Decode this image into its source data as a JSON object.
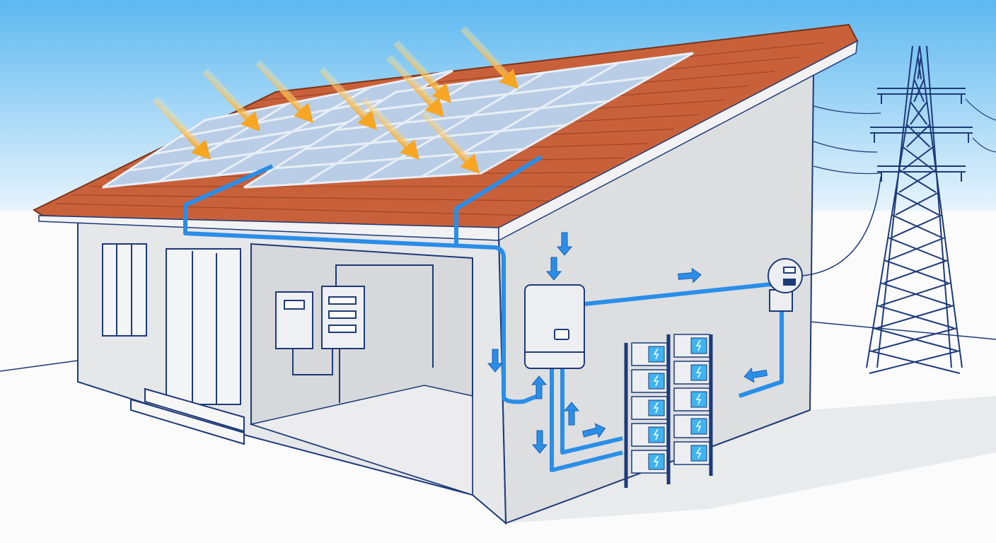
{
  "illustration": {
    "subject_icons": [
      "sun-ray-arrow-icon",
      "solar-panel-icon",
      "inverter-icon",
      "battery-icon",
      "electric-meter-icon",
      "power-pylon-icon",
      "flow-arrow-icon",
      "breaker-panel-icon"
    ],
    "colors": {
      "sky_top": "#5cb8f0",
      "sky_bottom": "#ffffff",
      "roof_tile": "#c8613a",
      "roof_tile_dark": "#9e4526",
      "panel": "#b9cde6",
      "panel_frame": "#e8eef6",
      "wall": "#dddee0",
      "wall_front": "#e6e7e9",
      "outline": "#1d3a78",
      "energy_flow": "#2a8ee8",
      "sun_arrow": "#f6a623",
      "battery_screen": "#3fb4f0",
      "ground_shadow": "#e9eaec"
    },
    "battery_rack": {
      "columns": 2,
      "rows": 5
    },
    "sun_arrow_count": 9
  }
}
